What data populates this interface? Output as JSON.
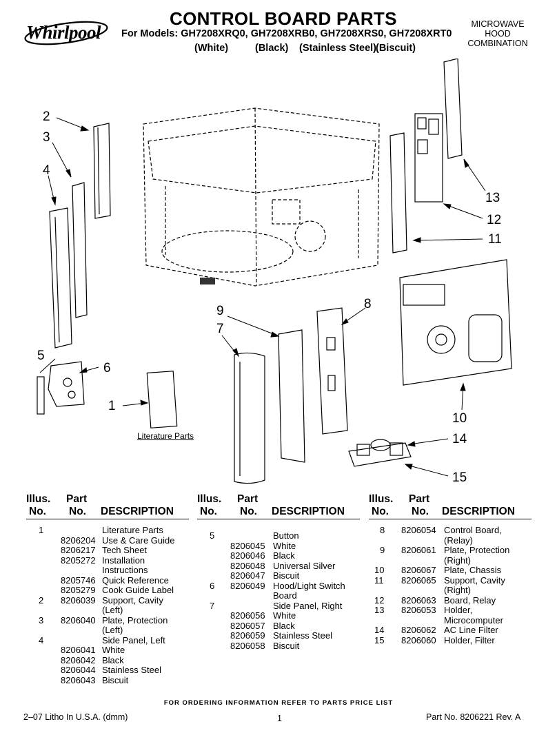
{
  "brand": "Whirlpool",
  "title": "CONTROL BOARD PARTS",
  "models_line": "For Models: GH7208XRQ0, GH7208XRB0, GH7208XRS0, GH7208XRT0",
  "finishes": [
    "(White)",
    "(Black)",
    "(Stainless Steel)",
    "(Biscuit)"
  ],
  "product_type": [
    "MICROWAVE",
    "HOOD",
    "COMBINATION"
  ],
  "diagram": {
    "callouts": [
      "1",
      "2",
      "3",
      "4",
      "5",
      "6",
      "7",
      "8",
      "9",
      "10",
      "11",
      "12",
      "13",
      "14",
      "15"
    ],
    "literature_label": "Literature Parts"
  },
  "table": {
    "headers": {
      "illus": [
        "Illus.",
        "No."
      ],
      "part": [
        "Part",
        "No."
      ],
      "desc": "DESCRIPTION"
    },
    "columns": [
      [
        {
          "illus": "1",
          "part": "",
          "desc": "Literature Parts"
        },
        {
          "illus": "",
          "part": "8206204",
          "desc": "Use & Care Guide"
        },
        {
          "illus": "",
          "part": "8206217",
          "desc": "Tech Sheet"
        },
        {
          "illus": "",
          "part": "8205272",
          "desc": "Installation"
        },
        {
          "illus": "",
          "part": "",
          "desc": "Instructions"
        },
        {
          "illus": "",
          "part": "8205746",
          "desc": "Quick Reference"
        },
        {
          "illus": "",
          "part": "8205279",
          "desc": "Cook Guide Label"
        },
        {
          "illus": "2",
          "part": "8206039",
          "desc": "Support, Cavity"
        },
        {
          "illus": "",
          "part": "",
          "desc": "(Left)"
        },
        {
          "illus": "3",
          "part": "8206040",
          "desc": "Plate, Protection"
        },
        {
          "illus": "",
          "part": "",
          "desc": "(Left)"
        },
        {
          "illus": "4",
          "part": "",
          "desc": "Side Panel, Left"
        },
        {
          "illus": "",
          "part": "8206041",
          "desc": "White"
        },
        {
          "illus": "",
          "part": "8206042",
          "desc": "Black"
        },
        {
          "illus": "",
          "part": "8206044",
          "desc": "Stainless Steel"
        },
        {
          "illus": "",
          "part": "8206043",
          "desc": "Biscuit"
        }
      ],
      [
        {
          "illus": "5",
          "part": "",
          "desc": "Button"
        },
        {
          "illus": "",
          "part": "8206045",
          "desc": "White"
        },
        {
          "illus": "",
          "part": "8206046",
          "desc": "Black"
        },
        {
          "illus": "",
          "part": "8206048",
          "desc": "Universal Silver"
        },
        {
          "illus": "",
          "part": "8206047",
          "desc": "Biscuit"
        },
        {
          "illus": "6",
          "part": "8206049",
          "desc": "Hood/Light Switch"
        },
        {
          "illus": "",
          "part": "",
          "desc": "Board"
        },
        {
          "illus": "7",
          "part": "",
          "desc": "Side Panel, Right"
        },
        {
          "illus": "",
          "part": "8206056",
          "desc": "White"
        },
        {
          "illus": "",
          "part": "8206057",
          "desc": "Black"
        },
        {
          "illus": "",
          "part": "8206059",
          "desc": "Stainless Steel"
        },
        {
          "illus": "",
          "part": "8206058",
          "desc": "Biscuit"
        }
      ],
      [
        {
          "illus": "8",
          "part": "8206054",
          "desc": "Control Board,"
        },
        {
          "illus": "",
          "part": "",
          "desc": "(Relay)"
        },
        {
          "illus": "9",
          "part": "8206061",
          "desc": "Plate, Protection"
        },
        {
          "illus": "",
          "part": "",
          "desc": "(Right)"
        },
        {
          "illus": "10",
          "part": "8206067",
          "desc": "Plate, Chassis"
        },
        {
          "illus": "11",
          "part": "8206065",
          "desc": "Support, Cavity"
        },
        {
          "illus": "",
          "part": "",
          "desc": "(Right)"
        },
        {
          "illus": "12",
          "part": "8206063",
          "desc": "Board, Relay"
        },
        {
          "illus": "13",
          "part": "8206053",
          "desc": "Holder,"
        },
        {
          "illus": "",
          "part": "",
          "desc": "Microcomputer"
        },
        {
          "illus": "14",
          "part": "8206062",
          "desc": "AC Line Filter"
        },
        {
          "illus": "15",
          "part": "8206060",
          "desc": "Holder, Filter"
        }
      ]
    ]
  },
  "footer": {
    "ordering_note": "FOR ORDERING INFORMATION REFER TO PARTS PRICE LIST",
    "litho": "2–07 Litho In U.S.A. (dmm)",
    "page": "1",
    "part_no": "Part No. 8206221 Rev. A"
  }
}
